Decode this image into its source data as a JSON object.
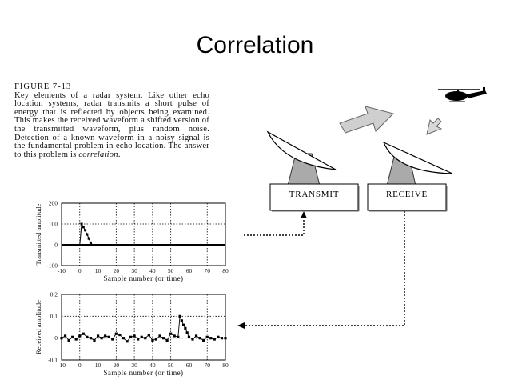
{
  "slide": {
    "title": "Correlation"
  },
  "caption": {
    "figure_label": "FIGURE 7-13",
    "body": "Key elements of a radar system. Like other echo location systems, radar transmits a short pulse of energy that is reflected by objects being examined. This makes the received waveform a shifted version of the transmitted waveform, plus random noise. Detection of a known waveform in a noisy signal is the fundamental problem in echo location. The answer to this problem is",
    "answer": "correlation",
    "end": "."
  },
  "diagram": {
    "transmit_label": "TRANSMIT",
    "receive_label": "RECEIVE"
  },
  "chart_data": [
    {
      "type": "scatter",
      "title": "",
      "xlabel": "Sample number (or time)",
      "ylabel": "Transmitted amplitude",
      "xlim": [
        -10,
        80
      ],
      "ylim": [
        -100,
        200
      ],
      "x_ticks": [
        "-10",
        "0",
        "10",
        "20",
        "30",
        "40",
        "50",
        "60",
        "70",
        "80"
      ],
      "y_ticks": [
        "200",
        "100",
        "0",
        "-100"
      ],
      "x": [
        -10,
        -9,
        -8,
        -7,
        -6,
        -5,
        -4,
        -3,
        -2,
        -1,
        0,
        1,
        2,
        3,
        4,
        5,
        6,
        7,
        8,
        9,
        10,
        11,
        12,
        13,
        14,
        15,
        16,
        17,
        18,
        19,
        20,
        21,
        22,
        23,
        24,
        25,
        26,
        27,
        28,
        29,
        30,
        31,
        32,
        33,
        34,
        35,
        36,
        37,
        38,
        39,
        40,
        41,
        42,
        43,
        44,
        45,
        46,
        47,
        48,
        49,
        50,
        51,
        52,
        53,
        54,
        55,
        56,
        57,
        58,
        59,
        60,
        61,
        62,
        63,
        64,
        65,
        66,
        67,
        68,
        69,
        70,
        71,
        72,
        73,
        74,
        75,
        76,
        77,
        78,
        79,
        80
      ],
      "y": [
        0,
        0,
        0,
        0,
        0,
        0,
        0,
        0,
        0,
        0,
        0,
        100,
        85,
        70,
        50,
        30,
        10,
        0,
        0,
        0,
        0,
        0,
        0,
        0,
        0,
        0,
        0,
        0,
        0,
        0,
        0,
        0,
        0,
        0,
        0,
        0,
        0,
        0,
        0,
        0,
        0,
        0,
        0,
        0,
        0,
        0,
        0,
        0,
        0,
        0,
        0,
        0,
        0,
        0,
        0,
        0,
        0,
        0,
        0,
        0,
        0,
        0,
        0,
        0,
        0,
        0,
        0,
        0,
        0,
        0,
        0,
        0,
        0,
        0,
        0,
        0,
        0,
        0,
        0,
        0,
        0,
        0,
        0,
        0,
        0,
        0,
        0,
        0,
        0,
        0,
        0
      ],
      "grid": true
    },
    {
      "type": "scatter",
      "title": "",
      "xlabel": "Sample number (or time)",
      "ylabel": "Received amplitude",
      "xlim": [
        -10,
        80
      ],
      "ylim": [
        -0.1,
        0.2
      ],
      "x_ticks": [
        "-10",
        "0",
        "10",
        "20",
        "30",
        "40",
        "50",
        "60",
        "70",
        "80"
      ],
      "y_ticks": [
        "0.2",
        "0.1",
        "0",
        "-0.1"
      ],
      "x": [
        -10,
        -8,
        -6,
        -4,
        -2,
        0,
        2,
        4,
        6,
        8,
        10,
        12,
        14,
        16,
        18,
        20,
        22,
        24,
        26,
        28,
        30,
        32,
        34,
        36,
        38,
        40,
        42,
        44,
        46,
        48,
        50,
        52,
        54,
        55,
        56,
        57,
        58,
        59,
        60,
        62,
        64,
        66,
        68,
        70,
        72,
        74,
        76,
        78,
        80
      ],
      "y": [
        0,
        0.01,
        -0.01,
        0.005,
        -0.005,
        0.01,
        0.02,
        0.005,
        0,
        -0.01,
        0.01,
        0,
        0.01,
        0.005,
        -0.005,
        0.02,
        0.015,
        0,
        -0.015,
        0.005,
        0.01,
        -0.005,
        0.005,
        0,
        0.015,
        -0.01,
        -0.005,
        0.01,
        0,
        -0.01,
        0.02,
        0.01,
        0.005,
        0.1,
        0.08,
        0.06,
        0.045,
        0.025,
        0.005,
        -0.005,
        0.01,
        0,
        -0.01,
        0.005,
        0,
        -0.005,
        0.005,
        0,
        0
      ],
      "grid": true
    }
  ]
}
